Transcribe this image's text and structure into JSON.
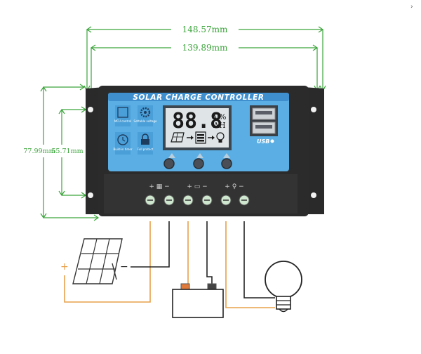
{
  "dimensions": {
    "width_top": "148.57mm",
    "width_inner": "139.89mm",
    "height_outer": "77.99mm",
    "height_inner": "55.71mm"
  },
  "controller": {
    "title": "SOLAR CHARGE CONTROLLER",
    "lcd_digits": "88.8",
    "lcd_unit_top": "V%",
    "lcd_unit_bottom": "AH",
    "usb_label": "USB",
    "left_icons": [
      {
        "icon": "mcu-chip-icon",
        "label": "MCU control"
      },
      {
        "icon": "gear-icon",
        "label": "Settable voltage"
      },
      {
        "icon": "clock-icon",
        "label": "Build-in timer"
      },
      {
        "icon": "lock-icon",
        "label": "Full protect"
      }
    ],
    "terminal_symbols": [
      "+ ▦ −",
      "+ ▭ −",
      "+ ♀ −"
    ]
  },
  "wiring": {
    "plus_sign": "+",
    "minus_sign": "−"
  },
  "corner_mark": "›",
  "colors": {
    "dimension_lines": "#3aa33a",
    "panel_blue": "#5aaee3",
    "controller_body": "#2b2b2b",
    "positive_wire": "#e8a04a",
    "negative_wire": "#222222",
    "battery_terminal": "#e07a3a"
  }
}
